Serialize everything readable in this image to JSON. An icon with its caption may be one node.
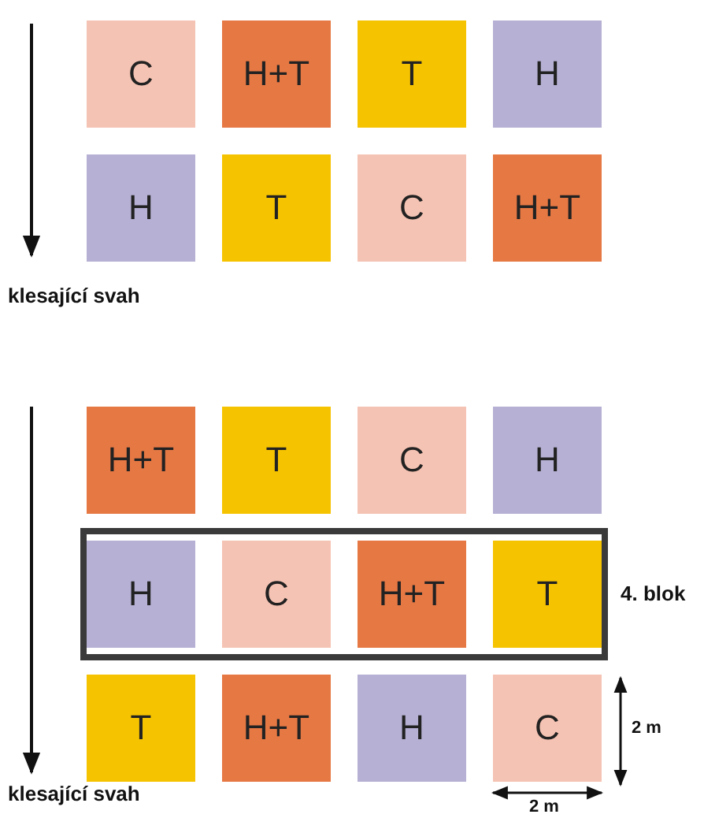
{
  "diagram": {
    "nodes": [
      {
        "text": [
          "C"
        ]
      },
      {
        "text": [
          "H+T"
        ]
      },
      {
        "text": [
          "T"
        ]
      },
      {
        "text": [
          "H"
        ]
      },
      {
        "text": [
          "H"
        ]
      },
      {
        "text": [
          "T"
        ]
      },
      {
        "text": [
          "C"
        ]
      },
      {
        "text": [
          "H+T"
        ]
      },
      {
        "text": [
          "H+T"
        ]
      },
      {
        "text": [
          "T"
        ]
      },
      {
        "text": [
          "C"
        ]
      },
      {
        "text": [
          "H"
        ]
      },
      {
        "text": [
          "4. blok"
        ]
      },
      {
        "text": [
          "H"
        ],
        "in": 12
      },
      {
        "text": [
          "C"
        ],
        "in": 12
      },
      {
        "text": [
          "H+T"
        ],
        "in": 12
      },
      {
        "text": [
          "T"
        ],
        "in": 12
      },
      {
        "text": [
          "T"
        ]
      },
      {
        "text": [
          "H+T"
        ]
      },
      {
        "text": [
          "H"
        ]
      },
      {
        "text": [
          "C"
        ]
      }
    ],
    "edges": [],
    "labels": [
      "klesající svah",
      "klesající svah",
      "2 m",
      "2 m"
    ]
  }
}
